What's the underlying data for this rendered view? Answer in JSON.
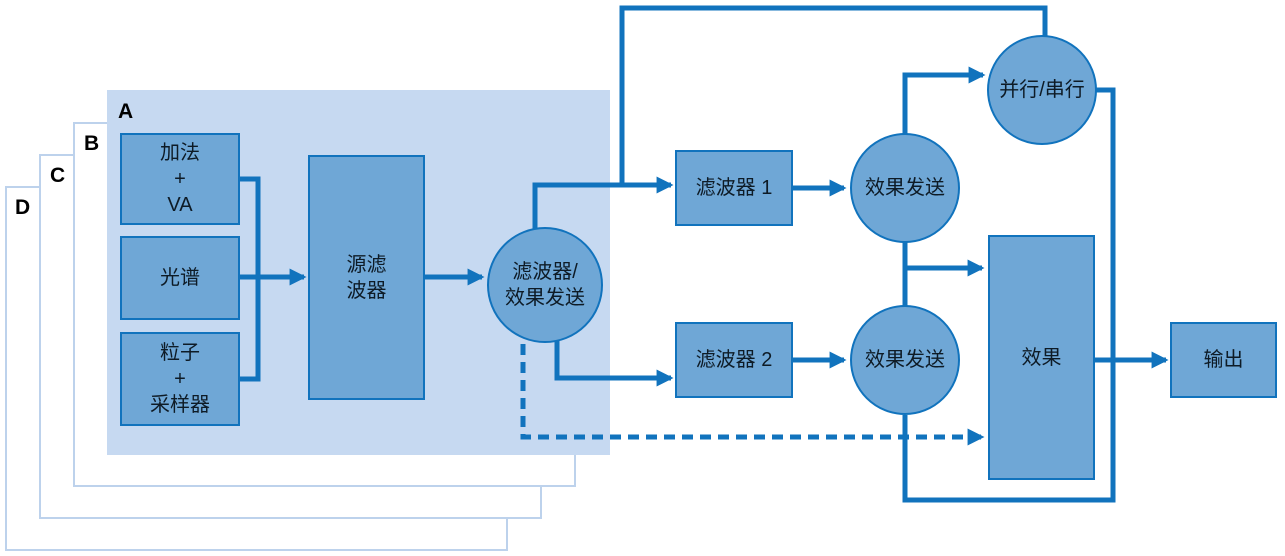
{
  "layers": {
    "a": "A",
    "b": "B",
    "c": "C",
    "d": "D"
  },
  "nodes": {
    "additive": "加法\n+\nVA",
    "spectral": "光谱",
    "granular": "粒子\n+\n采样器",
    "source_filter": "源滤\n波器",
    "filter_effect_send": "滤波器/\n效果发送",
    "filter1": "滤波器 1",
    "filter2": "滤波器 2",
    "effect_send_1": "效果发送",
    "effect_send_2": "效果发送",
    "parallel_serial": "并行/串行",
    "effects": "效果",
    "output": "输出"
  },
  "colors": {
    "line": "#1173bd",
    "node_fill": "#6fa7d6",
    "node_border": "#1173bd",
    "panel_fill": "#c6d9f1",
    "panel_border": "#bdd2ec",
    "text": "#0e1b26"
  }
}
